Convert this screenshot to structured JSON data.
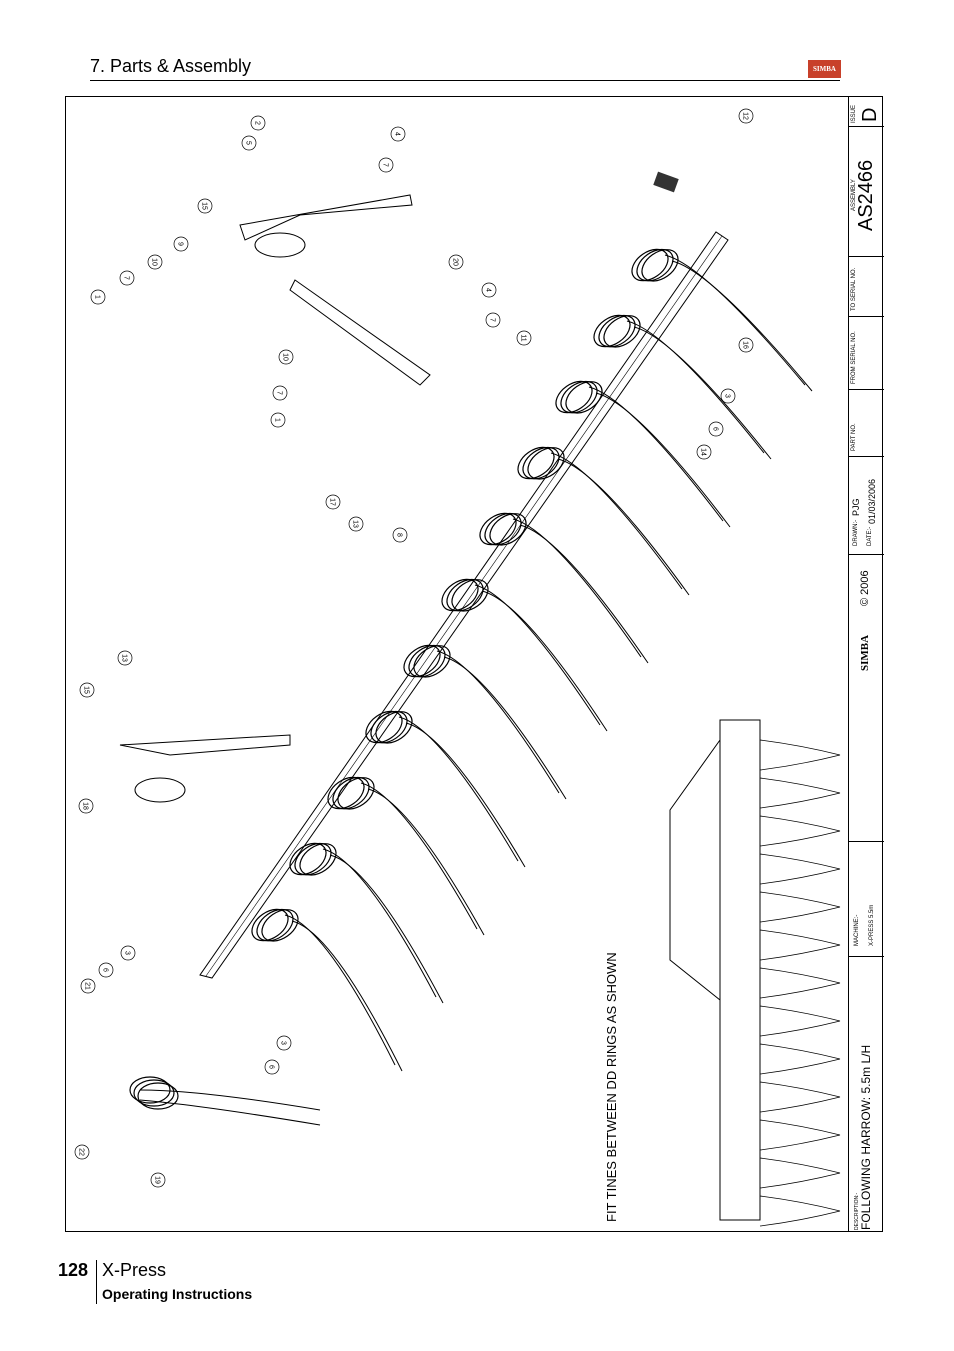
{
  "header": {
    "section": "7. Parts & Assembly",
    "logo": "SIMBA"
  },
  "drawing": {
    "note": "FIT TINES BETWEEN DD RINGS AS SHOWN",
    "callouts": [
      "2",
      "5",
      "4",
      "7",
      "15",
      "9",
      "10",
      "7",
      "1",
      "20",
      "4",
      "7",
      "11",
      "12",
      "16",
      "10",
      "7",
      "1",
      "3",
      "6",
      "14",
      "17",
      "13",
      "8",
      "13",
      "15",
      "18",
      "3",
      "6",
      "21",
      "3",
      "6",
      "22",
      "19"
    ]
  },
  "title_block": {
    "description_label": "DESCRIPTION:-",
    "description": "FOLLOWING HARROW: 5.5m L/H",
    "machine_label": "MACHINE:-",
    "machine": "X-PRESS 5.5m",
    "logo": "SIMBA",
    "copyright": "© 2006",
    "drawn_label": "DRAWN:-",
    "drawn": "PJG",
    "date_label": "DATE:-",
    "date": "01/03/2006",
    "part_no_label": "PART NO.",
    "from_serial_label": "FROM SERIAL NO.",
    "to_serial_label": "TO SERIAL NO.",
    "assembly_label": "ASSEMBLY",
    "assembly": "AS2466",
    "issue_label": "ISSUE",
    "issue": "D"
  },
  "footer": {
    "page": "128",
    "product": "X-Press",
    "subtitle": "Operating Instructions"
  }
}
